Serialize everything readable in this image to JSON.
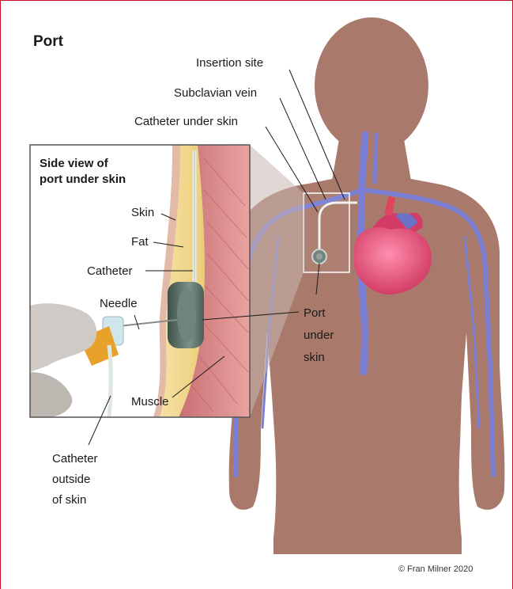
{
  "title": "Port",
  "inset": {
    "title_line1": "Side view of",
    "title_line2": "port under skin",
    "labels": {
      "skin": "Skin",
      "fat": "Fat",
      "catheter": "Catheter",
      "needle": "Needle",
      "muscle": "Muscle"
    }
  },
  "body_labels": {
    "insertion_site": "Insertion site",
    "subclavian_vein": "Subclavian vein",
    "catheter_under_skin": "Catheter under skin",
    "port_line1": "Port",
    "port_line2": "under",
    "port_line3": "skin",
    "outside_line1": "Catheter",
    "outside_line2": "outside",
    "outside_line3": "of skin"
  },
  "copyright": "© Fran Milner 2020",
  "colors": {
    "border": "#c8102e",
    "skin_body": "#a97a6b",
    "vein": "#7b7fd4",
    "heart": "#e0527a",
    "muscle": "#d98a8a",
    "fat": "#f2dc9a",
    "port": "#5c7068"
  }
}
